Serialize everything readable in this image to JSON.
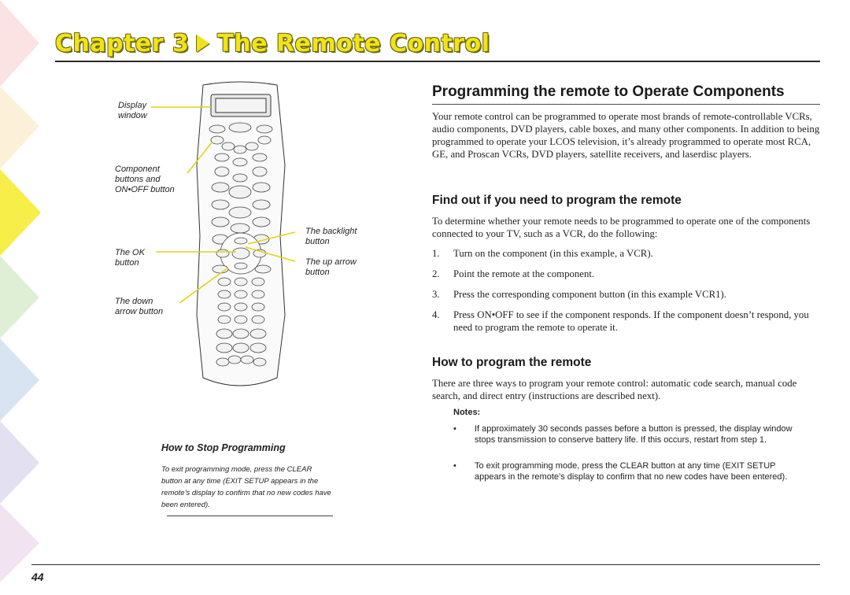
{
  "header": {
    "chapter": "Chapter 3",
    "title": "The Remote Control",
    "color": "#f2e21a"
  },
  "main": {
    "heading": "Programming the remote to Operate Components",
    "intro": "Your remote control can be programmed to operate most brands of remote-controllable VCRs, audio components, DVD players, cable boxes, and many other components. In addition to being programmed to operate your LCOS television, it’s already programmed to operate most RCA, GE, and Proscan VCRs, DVD players, satellite receivers, and laserdisc players.",
    "find_heading": "Find out if you need to program the remote",
    "find_text": "To determine whether your remote needs to be programmed to operate one of the components connected to your TV, such as a VCR, do the following:",
    "steps": [
      {
        "num": "1.",
        "text": "Turn on the component (in this example, a VCR)."
      },
      {
        "num": "2.",
        "text": "Point the remote at the component."
      },
      {
        "num": "3.",
        "text": "Press the corresponding component button (in this example VCR1)."
      },
      {
        "num": "4.",
        "text": "Press ON•OFF to see if the component responds. If the component doesn’t respond, you need to program the remote to operate it."
      }
    ],
    "how_heading": "How to program the remote",
    "how_text": "There are three ways to program your remote control: automatic code search, manual code search, and direct entry (instructions are described next).",
    "notes_label": "Notes:",
    "notes": [
      {
        "bullet": "•",
        "text": "If approximately 30 seconds passes before a button is pressed, the display window stops transmission to conserve battery life. If this occurs, restart from step 1."
      },
      {
        "bullet": "•",
        "text": "To exit programming mode, press the CLEAR button at any time (EXIT SETUP appears in the remote’s display to confirm that no new codes have been entered)."
      }
    ]
  },
  "figure": {
    "labels": {
      "display": "Display\nwindow",
      "component": "Component\nbuttons and\nON•OFF button",
      "ok": "The OK\nbutton",
      "down": "The down\narrow button",
      "backlight": "The backlight\nbutton",
      "up": "The up arrow\nbutton"
    }
  },
  "sidebar": {
    "heading": "How to Stop Programming",
    "text": "To exit programming mode, press the CLEAR button at any time (EXIT SETUP appears in the remote’s display to confirm that no new codes have been entered)."
  },
  "footer": {
    "page": "44"
  }
}
